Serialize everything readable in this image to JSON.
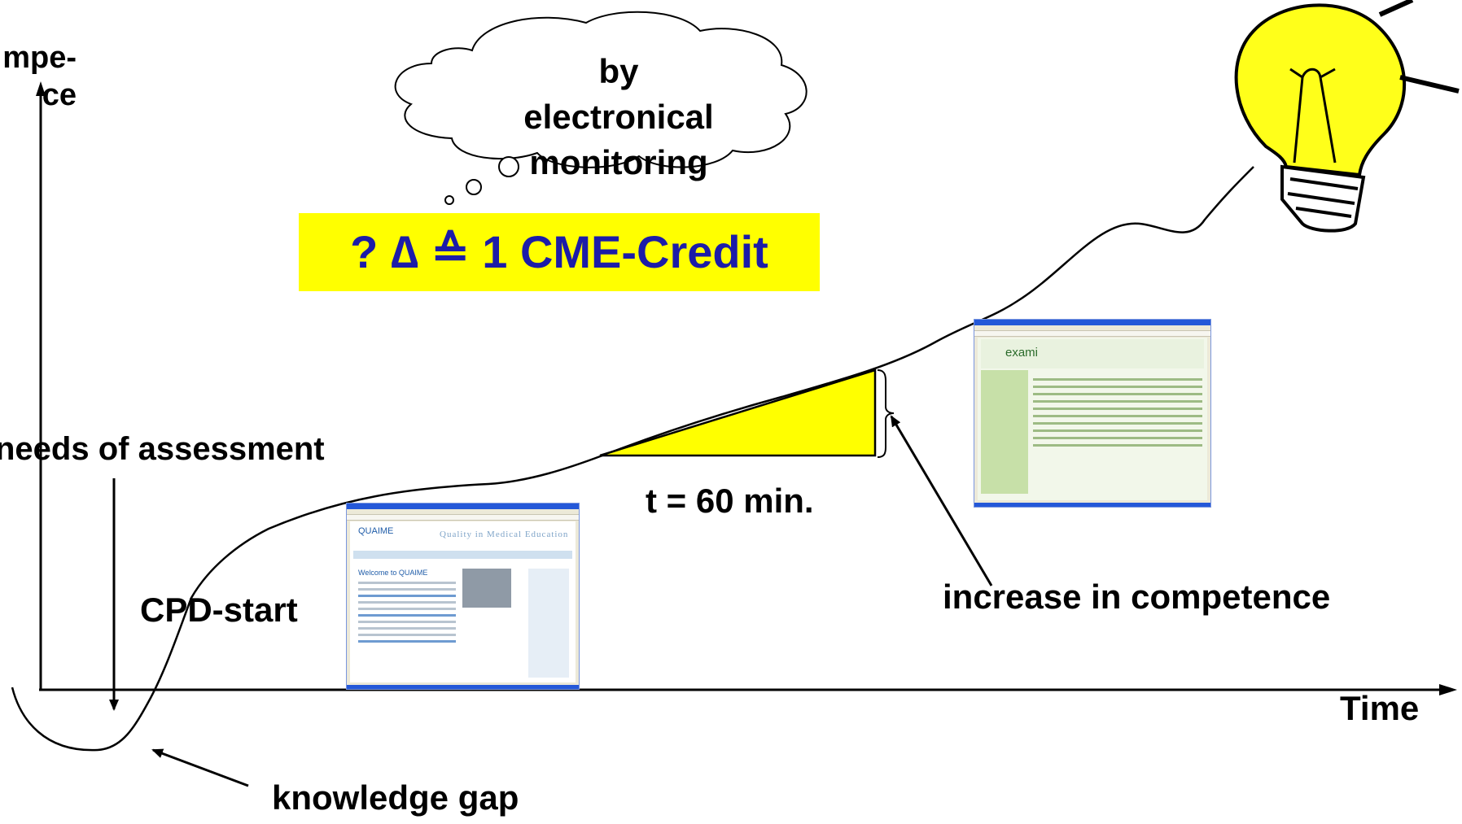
{
  "labels": {
    "y_axis": "mpe-\nce",
    "x_axis": "Time",
    "needs_of_assessment": "needs of assessment",
    "cpd_start": "CPD-start",
    "knowledge_gap": "knowledge gap",
    "increase_in_competence": "increase in competence",
    "duration": "t = 60 min."
  },
  "thought_cloud": {
    "lines": [
      "by",
      "electronical",
      "monitoring"
    ]
  },
  "credit_box": {
    "text": "? ∆ ≙ 1 CME-Credit",
    "background": "#ffff00",
    "text_color": "#1c1ca8"
  },
  "screenshots": {
    "quaime": {
      "logo": "QUAIME",
      "tagline": "Quality in Medical Education",
      "welcome": "Welcome to QUAIME"
    },
    "exami": {
      "logo": "exami"
    }
  },
  "colors": {
    "triangle_fill": "#ffff00",
    "bulb_fill": "#ffff1a",
    "arrow_stroke": "#000000"
  },
  "icons": [
    "light-bulb-icon",
    "thought-cloud-icon"
  ]
}
